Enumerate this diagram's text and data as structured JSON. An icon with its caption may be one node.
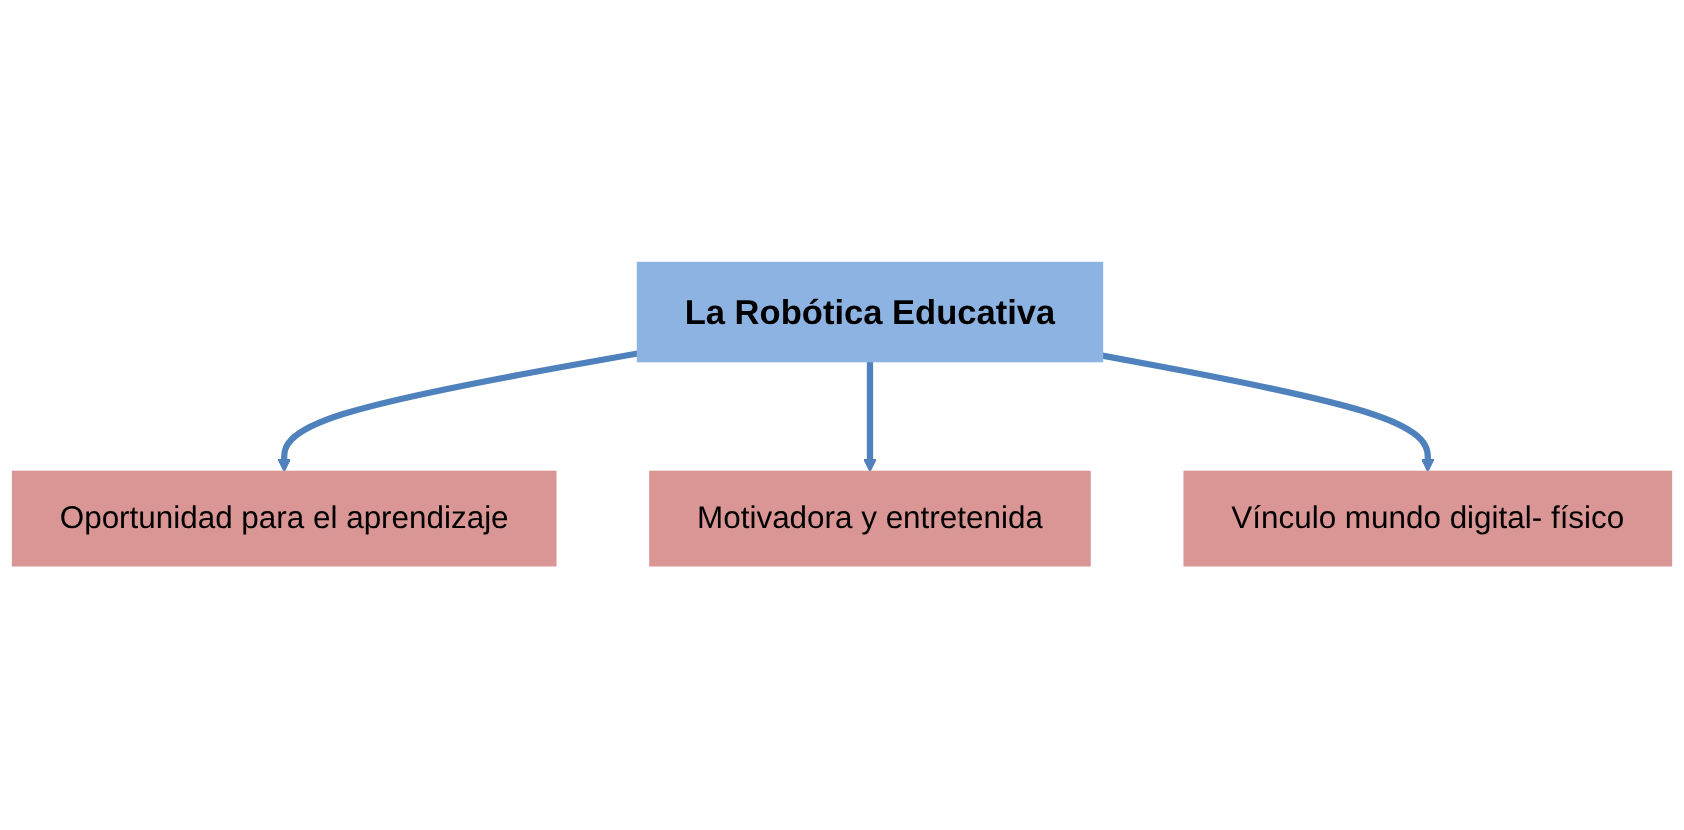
{
  "diagram": {
    "nodes": [
      {
        "text": [
          "La Robótica Educativa"
        ]
      },
      {
        "text": [
          "Oportunidad para el aprendizaje"
        ]
      },
      {
        "text": [
          "Motivadora y entretenida"
        ]
      },
      {
        "text": [
          "Vínculo mundo digital- físico"
        ]
      }
    ],
    "edges": [
      {
        "from": 0,
        "to": 1,
        "arrow": "to"
      },
      {
        "from": 0,
        "to": 2,
        "arrow": "to"
      },
      {
        "from": 0,
        "to": 3,
        "arrow": "to"
      }
    ]
  }
}
